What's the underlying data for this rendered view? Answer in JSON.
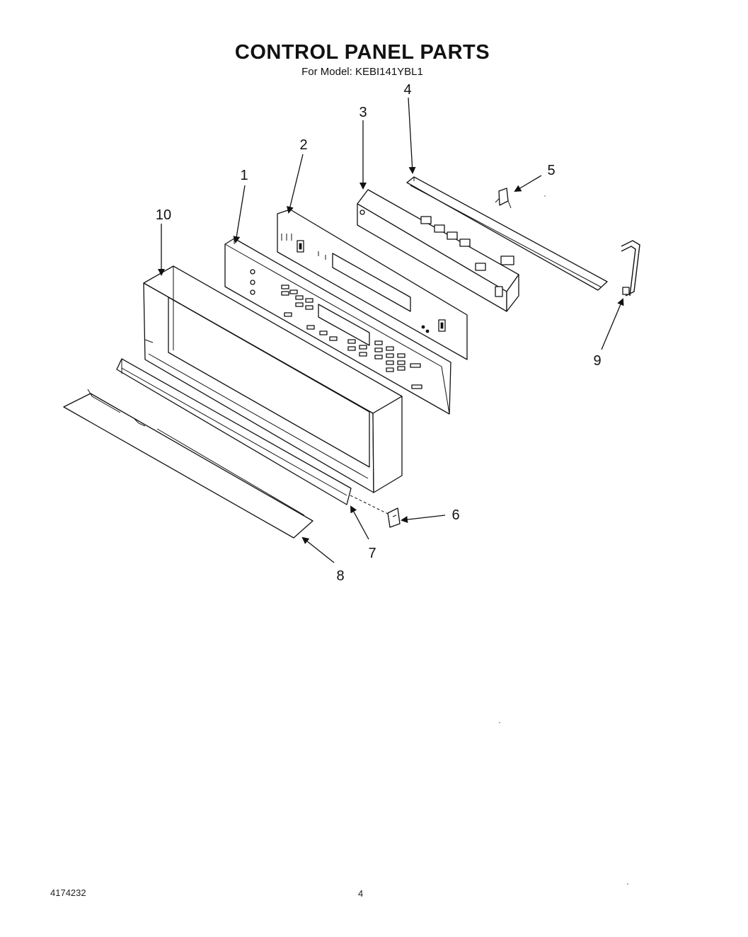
{
  "title": "CONTROL PANEL PARTS",
  "subtitle": "For Model: KEBI141YBL1",
  "callouts": [
    "1",
    "2",
    "3",
    "4",
    "5",
    "6",
    "7",
    "8",
    "9",
    "10"
  ],
  "footer": {
    "doc_number": "4174232",
    "page_number": "4"
  }
}
